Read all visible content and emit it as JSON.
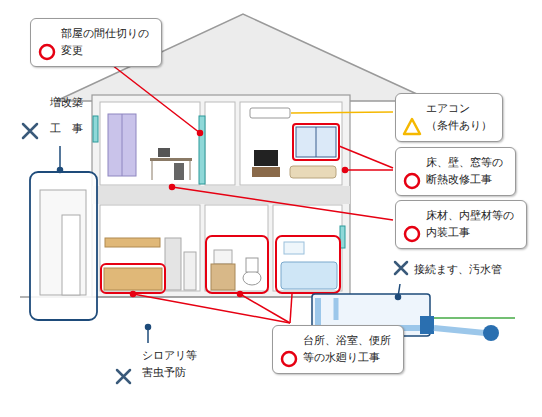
{
  "diagram": {
    "nodes": [
      {
        "text": [
          "部屋の間仕切りの 変更"
        ]
      },
      {
        "text": [
          "エアコン （条件あり）"
        ]
      },
      {
        "text": [
          "床、壁、窓等の 断熱改修工事"
        ]
      },
      {
        "text": [
          "床材、内壁材等の 内装工事"
        ]
      },
      {
        "text": [
          "台所、浴室、便所 等の水廻り工事"
        ]
      }
    ],
    "labels": [
      "増改築 工　事",
      "接続ます、汚水管",
      "シロアリ等 害虫予防"
    ]
  }
}
